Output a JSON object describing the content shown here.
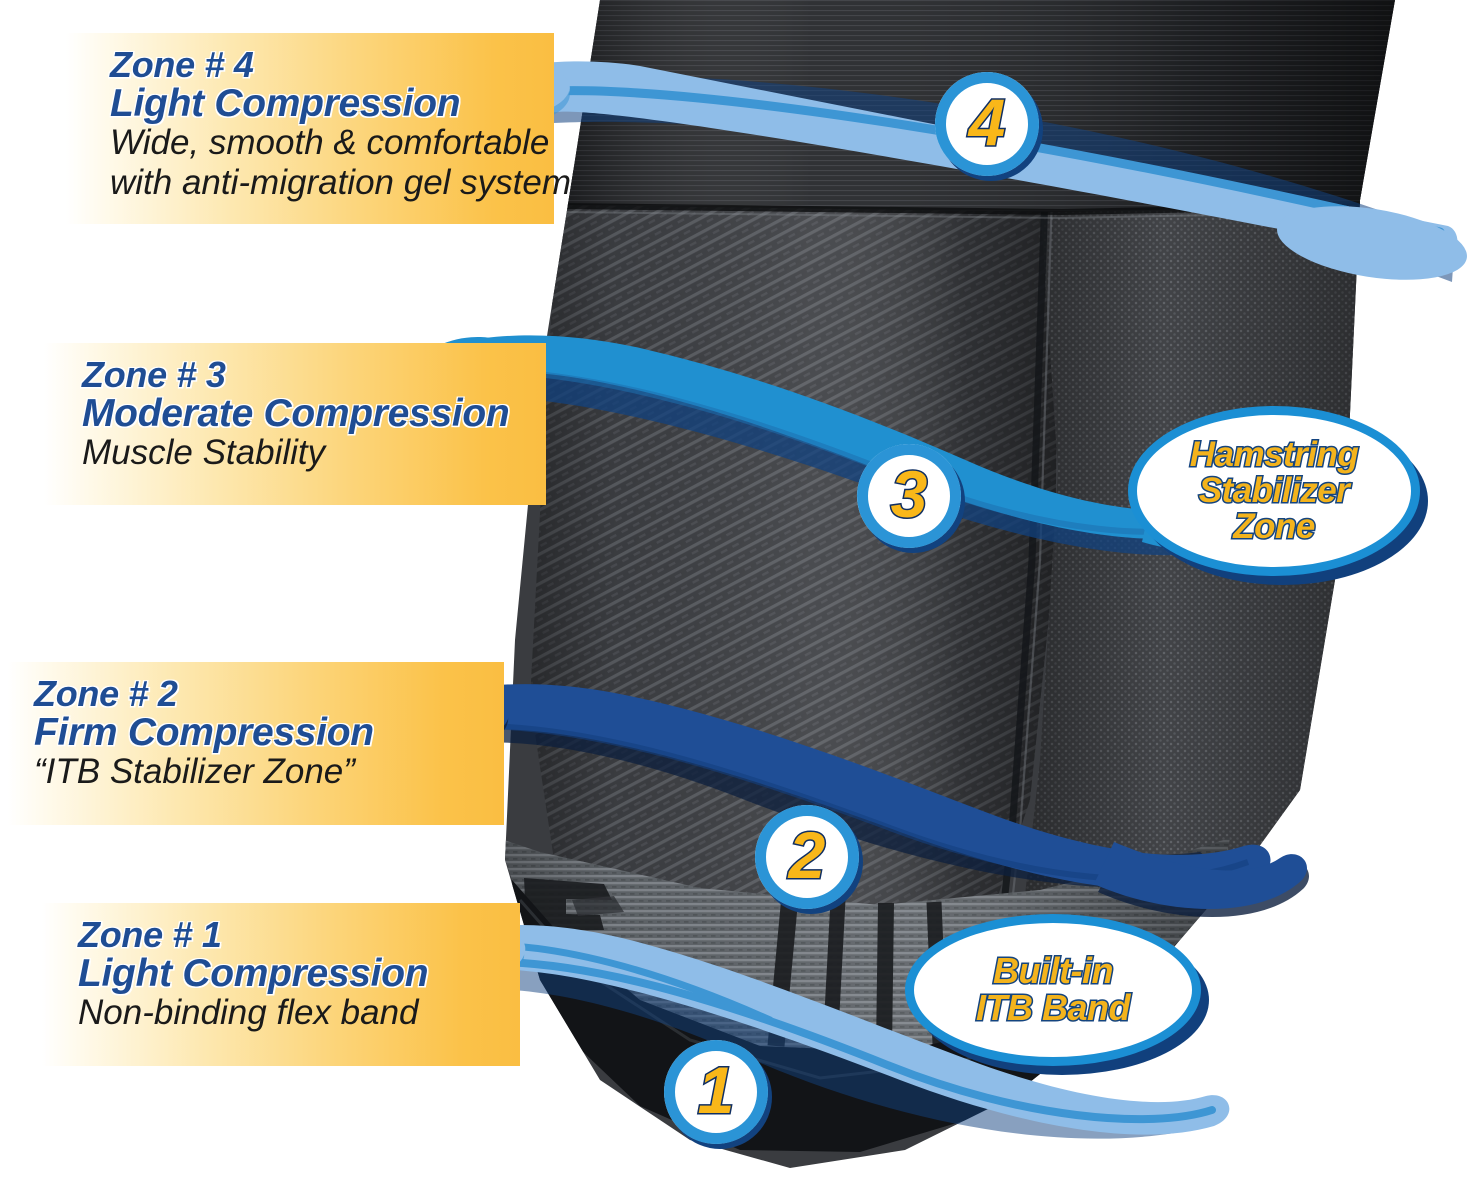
{
  "title": "Compression Zone Diagram",
  "product": {
    "name": "compression-knee-thigh-sleeve",
    "logo_mark": "brand-logo-weave"
  },
  "colors": {
    "heading_blue": "#1f4d94",
    "band_navy": "#1f4e96",
    "band_blue_mid": "#2090d0",
    "band_blue_light": "#8fbde8",
    "band_edge_blue": "#3e96d4",
    "accent_gold": "#f9b719",
    "label_gradient_gold": "#fabe42",
    "circle_ring": "#2b94d6",
    "circle_shadow": "#12427f",
    "badge_ring": "#1b8fd4",
    "badge_shadow": "#11407d",
    "text_dark": "#1a1a1a",
    "fabric_dark": "#3a3c40",
    "fabric_cuff": "#6e7276",
    "background": "#ffffff"
  },
  "zones": [
    {
      "id": "zone-4",
      "number": "4",
      "title": "Zone # 4",
      "compression": "Light Compression",
      "description_lines": [
        "Wide, smooth & comfortable",
        "with anti-migration gel system"
      ],
      "band_style": "light-blue"
    },
    {
      "id": "zone-3",
      "number": "3",
      "title": "Zone # 3",
      "compression": "Moderate Compression",
      "description_lines": [
        "Muscle Stability"
      ],
      "band_style": "mid-blue"
    },
    {
      "id": "zone-2",
      "number": "2",
      "title": "Zone # 2",
      "compression": "Firm Compression",
      "description_lines": [
        "“ITB Stabilizer Zone”"
      ],
      "band_style": "navy"
    },
    {
      "id": "zone-1",
      "number": "1",
      "title": "Zone # 1",
      "compression": "Light Compression",
      "description_lines": [
        "Non-binding flex band"
      ],
      "band_style": "light-blue"
    }
  ],
  "badges": [
    {
      "id": "badge-hamstring",
      "lines": [
        "Hamstring",
        "Stabilizer",
        "Zone"
      ]
    },
    {
      "id": "badge-itb",
      "lines": [
        "Built-in",
        "ITB Band"
      ]
    }
  ]
}
